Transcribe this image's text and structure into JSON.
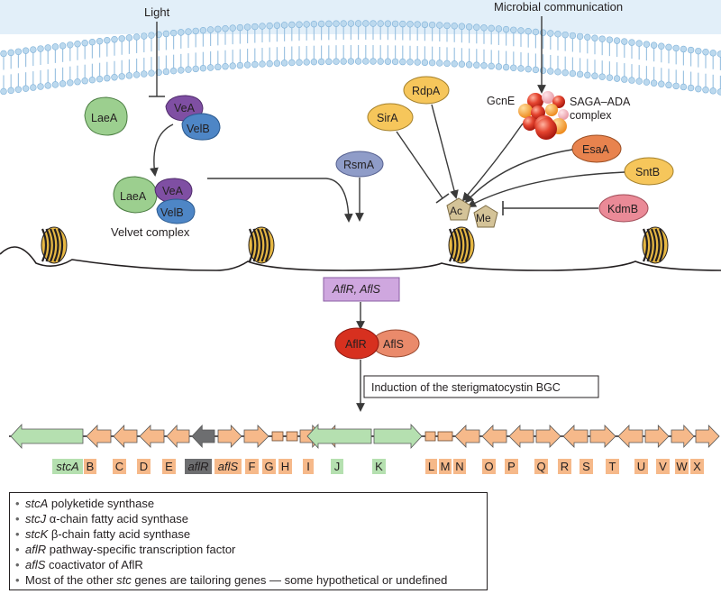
{
  "signals": {
    "light": "Light",
    "microbial": "Microbial communication"
  },
  "proteins": {
    "laea": "LaeA",
    "vea": "VeA",
    "velb": "VelB",
    "velvet_complex": "Velvet complex",
    "rsma": "RsmA",
    "sira": "SirA",
    "rdpa": "RdpA",
    "gcne": "GcnE",
    "saga_line1": "SAGA–ADA",
    "saga_line2": "complex",
    "esaa": "EsaA",
    "sntb": "SntB",
    "kdmb": "KdmB",
    "ac": "Ac",
    "me": "Me",
    "aflr": "AflR",
    "afls": "AflS"
  },
  "genes_box": "AflR, AflS",
  "induction": "Induction of the sterigmatocystin BGC",
  "gene_labels": {
    "stcA": "stcA",
    "B": "B",
    "C": "C",
    "D": "D",
    "E": "E",
    "aflR": "aflR",
    "aflS": "aflS",
    "F": "F",
    "G": "G",
    "H": "H",
    "I": "I",
    "J": "J",
    "K": "K",
    "L": "L",
    "M": "M",
    "N": "N",
    "O": "O",
    "P": "P",
    "Q": "Q",
    "R": "R",
    "S": "S",
    "T": "T",
    "U": "U",
    "V": "V",
    "W": "W",
    "X": "X"
  },
  "legend": [
    {
      "gene": "stcA",
      "text": " polyketide synthase"
    },
    {
      "gene": "stcJ",
      "text": " α-chain fatty acid synthase"
    },
    {
      "gene": "stcK",
      "text": " β-chain fatty acid synthase"
    },
    {
      "gene": "aflR",
      "text": " pathway-specific transcription factor"
    },
    {
      "gene": "aflS",
      "text": " coactivator of AflR"
    },
    {
      "pre": "Most of the other ",
      "gene": "stc",
      "text": " genes are tailoring genes — some hypothetical or undefined"
    }
  ],
  "colors": {
    "laea": "#9ccf8f",
    "vea": "#7f4fa3",
    "velb": "#4e86c6",
    "yellow": "#f6c65b",
    "lavender": "#8f9cc8",
    "orange": "#e8834e",
    "pink": "#ea8a97",
    "ac_me": "#d4c398",
    "aflr": "#d7301f",
    "afls": "#ea8a6b",
    "genes_box": "#cfa7df",
    "gene_green": "#b5e0b0",
    "gene_orange": "#f6b98a",
    "gene_grey": "#6d6e70",
    "membrane": "#bcd9ee",
    "nucleosome": "#e7b843"
  }
}
